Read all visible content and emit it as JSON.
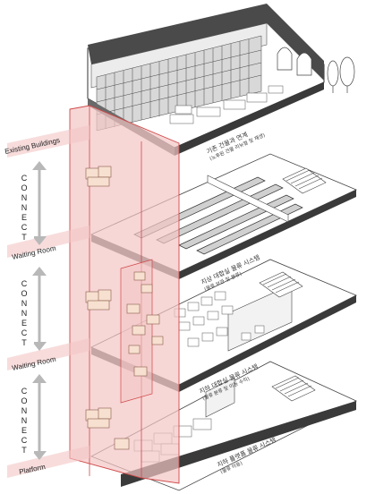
{
  "labels": {
    "existing_buildings": "Existing Buildings",
    "waiting_room_1": "Waiting Room",
    "waiting_room_2": "Waiting Room",
    "platform": "Platform"
  },
  "connect_letters": [
    "C",
    "O",
    "N",
    "N",
    "E",
    "C",
    "T"
  ],
  "floor_captions": {
    "top_line1": "기존 건물과 연계",
    "top_line2": "(노후된 건물 리뉴얼 및 재생)",
    "mid1_line1": "지상 대합실 물류 시스템",
    "mid1_line2": "(물류 보관 및 분류)",
    "mid2_line1": "지하 대합실 물류 시스템",
    "mid2_line2": "(물류 분류 및 이동 수직)",
    "bottom_line1": "지하 플랫폼 물류 시스템",
    "bottom_line2": "(물류 이동)"
  },
  "colors": {
    "core_fill": "#f3c4c4",
    "core_stroke": "#d04848",
    "slab_edge": "#3a3a3a",
    "arrow": "#b8b8b8"
  }
}
